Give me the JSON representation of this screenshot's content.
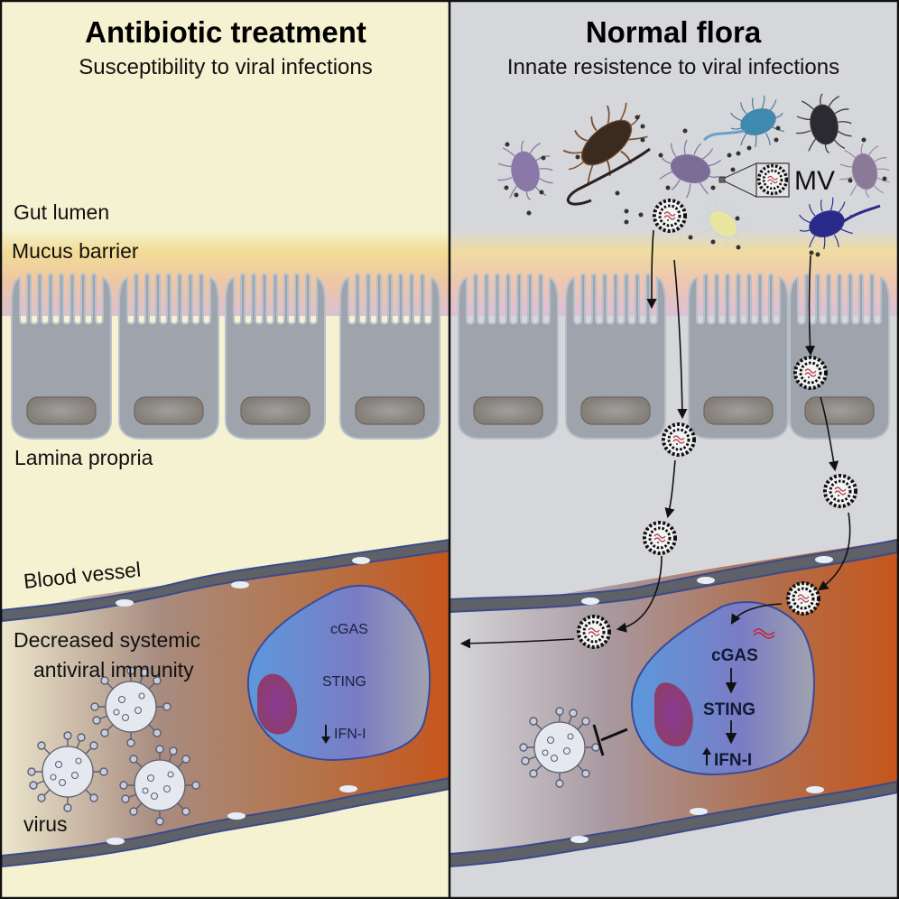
{
  "panels": {
    "left": {
      "title": "Antibiotic treatment",
      "subtitle": "Susceptibility to viral infections",
      "background": "#f4f2d0"
    },
    "right": {
      "title": "Normal flora",
      "subtitle": "Innate resistence to viral infections",
      "background": "#d6d7da"
    }
  },
  "layer_labels": {
    "gut_lumen": "Gut lumen",
    "mucus_barrier": "Mucus barrier",
    "lamina_propria": "Lamina propria",
    "blood_vessel": "Blood vessel"
  },
  "left_annotations": {
    "outcome_line1": "Decreased systemic",
    "outcome_line2": "antiviral immunity",
    "virus": "virus"
  },
  "immune_cell_left": {
    "pathway": [
      "cGAS",
      "STING",
      "IFN-I"
    ],
    "ifn_direction": "down"
  },
  "immune_cell_right": {
    "pathway": [
      "cGAS",
      "STING",
      "IFN-I"
    ],
    "ifn_direction": "up"
  },
  "mv_inset_label": "MV",
  "colors": {
    "epithelium": "#9ea2ab",
    "nucleus": "#8a8680",
    "mucus": "#f0d890",
    "vessel_wall": "#5a5e66",
    "vessel_blood": "#c65a20",
    "immune_cell": "#5b8fd8",
    "immune_nucleus": "#8c3f7a",
    "bacteria_purple": "#8a78a8",
    "bacteria_brown": "#3a2a20",
    "bacteria_green": "#4a8ab8",
    "bacteria_dark": "#2a2a30",
    "bacteria_blue": "#2a2a8a"
  }
}
